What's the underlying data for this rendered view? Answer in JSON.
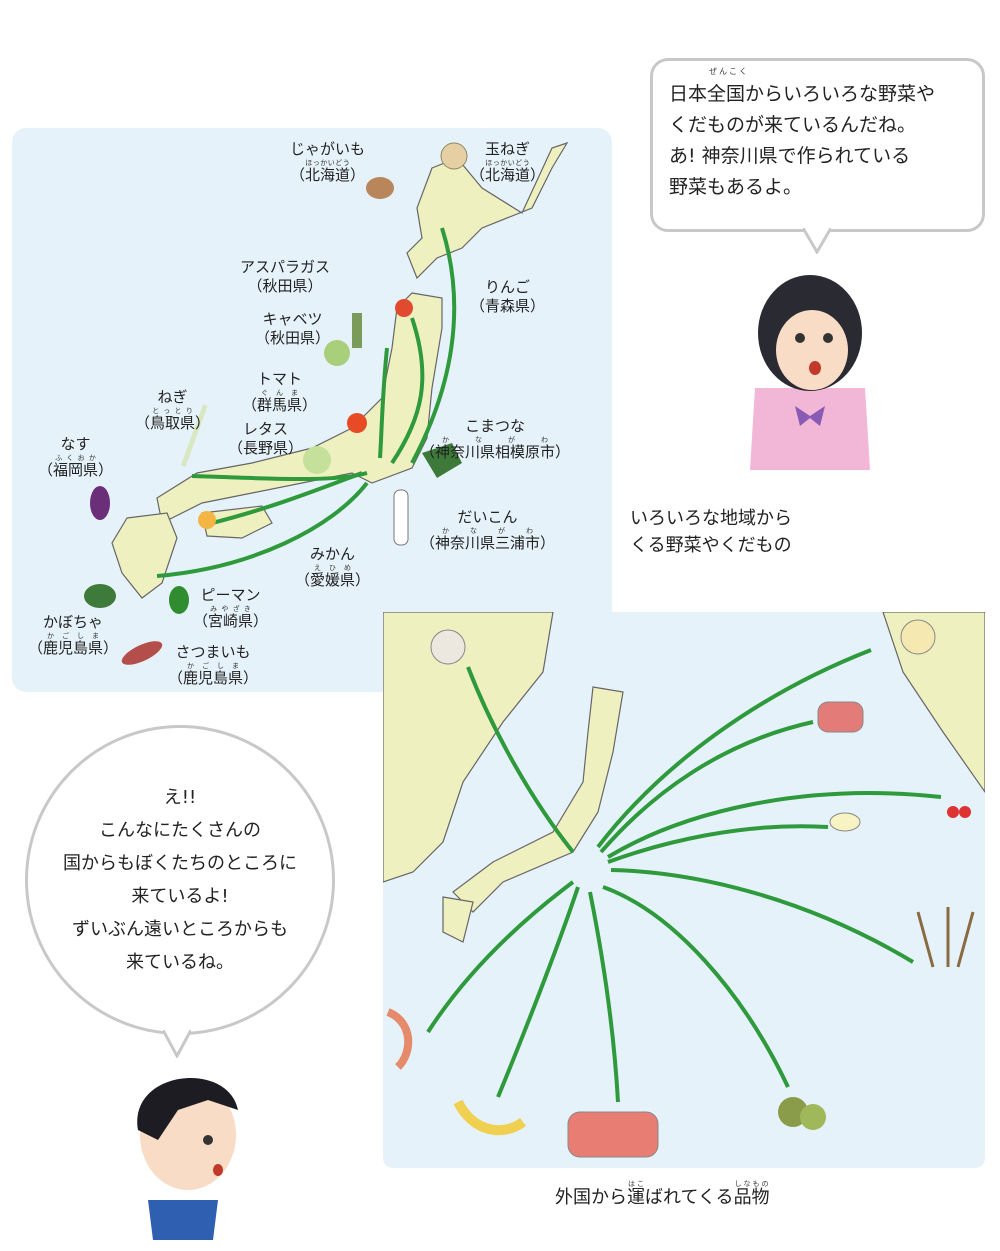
{
  "girl_speech": {
    "lines": [
      "日本全国からいろいろな野菜や",
      "くだものが来ているんだね。",
      "あ! 神奈川県で作られている",
      "野菜もあるよ。"
    ],
    "ruby": {
      "base": "全国",
      "rt": "ぜんこく"
    }
  },
  "domestic_caption": [
    "いろいろな地域から",
    "くる野菜やくだもの"
  ],
  "boy_speech": {
    "lines": [
      "え!!",
      "こんなにたくさんの",
      "国からもぼくたちのところに",
      "来ているよ!",
      "ずいぶん遠いところからも",
      "来ているね。"
    ]
  },
  "foreign_caption": {
    "pre": "外国から",
    "base": "運",
    "rt": "はこ",
    "mid": "ばれてくる",
    "base2": "品物",
    "rt2": "しなもの"
  },
  "produce": [
    {
      "name": "じゃがいも",
      "pref": "北海道",
      "rt": "ほっかいどう"
    },
    {
      "name": "玉ねぎ",
      "pref": "北海道",
      "rt": "ほっかいどう"
    },
    {
      "name": "アスパラガス",
      "pref": "秋田県",
      "rt": ""
    },
    {
      "name": "キャベツ",
      "pref": "秋田県",
      "rt": ""
    },
    {
      "name": "りんご",
      "pref": "青森県",
      "rt": ""
    },
    {
      "name": "トマト",
      "pref": "群馬県",
      "rt": "ぐんま"
    },
    {
      "name": "ねぎ",
      "pref": "鳥取県",
      "rt": "とっとり"
    },
    {
      "name": "レタス",
      "pref": "長野県",
      "rt": ""
    },
    {
      "name": "なす",
      "pref": "福岡県",
      "rt": "ふくおか"
    },
    {
      "name": "こまつな",
      "pref": "神奈川県相模原市",
      "rt": "かながわ"
    },
    {
      "name": "だいこん",
      "pref": "神奈川県三浦市",
      "rt": "かながわ"
    },
    {
      "name": "みかん",
      "pref": "愛媛県",
      "rt": "えひめ"
    },
    {
      "name": "ピーマン",
      "pref": "宮崎県",
      "rt": "みやざき"
    },
    {
      "name": "かぼちゃ",
      "pref": "鹿児島県",
      "rt": "かごしま"
    },
    {
      "name": "さつまいも",
      "pref": "鹿児島県",
      "rt": "かごしま"
    }
  ],
  "colors": {
    "sea": "#e6f2fa",
    "land": "#eef0bf",
    "arrow": "#2e9a3c",
    "bubble_border": "#c8c8c8"
  }
}
